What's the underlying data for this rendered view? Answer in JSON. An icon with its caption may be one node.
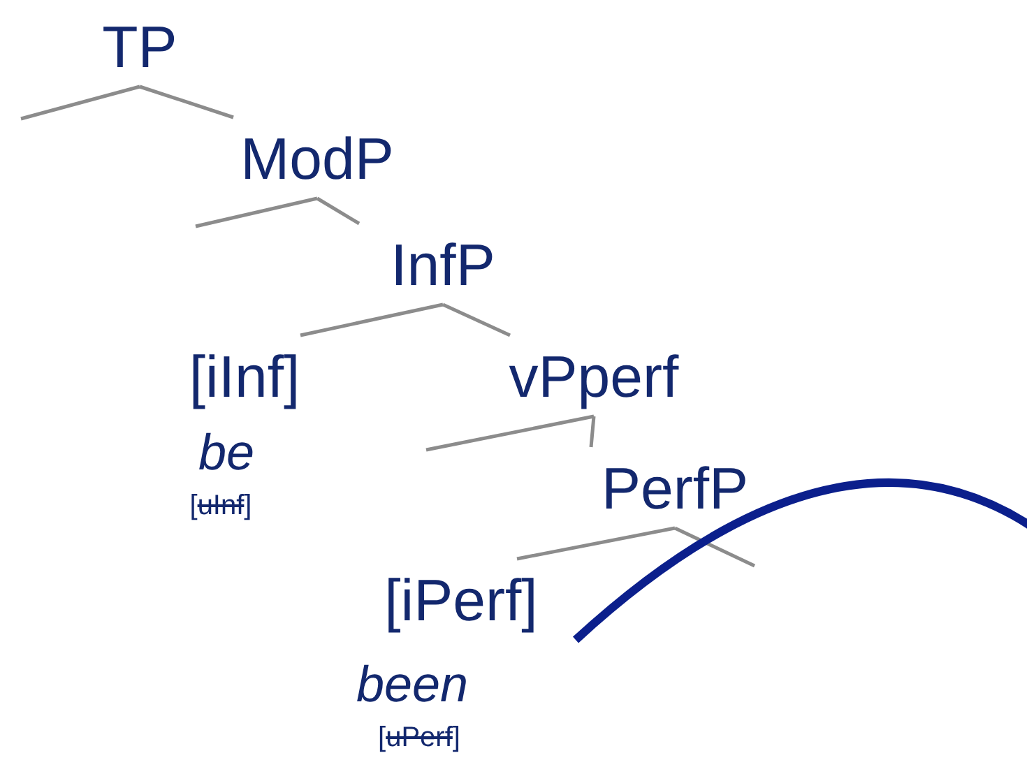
{
  "diagram": {
    "nodes": [
      {
        "text": [
          "TP"
        ]
      },
      {
        "text": [
          "ModP"
        ]
      },
      {
        "text": [
          "InfP"
        ]
      },
      {
        "text": [
          "[iInf]"
        ]
      },
      {
        "text": [
          "vPperf"
        ]
      },
      {
        "text": [
          "PerfP"
        ]
      },
      {
        "text": [
          "[iPerf]"
        ]
      }
    ],
    "edges": [
      {
        "from": 0,
        "to": null,
        "arrow": "none"
      },
      {
        "from": 0,
        "to": 1,
        "arrow": "none"
      },
      {
        "from": 1,
        "to": null,
        "arrow": "none"
      },
      {
        "from": 1,
        "to": 2,
        "arrow": "none"
      },
      {
        "from": 2,
        "to": 3,
        "arrow": "none"
      },
      {
        "from": 2,
        "to": 4,
        "arrow": "none"
      },
      {
        "from": 4,
        "to": null,
        "arrow": "none"
      },
      {
        "from": 4,
        "to": 5,
        "arrow": "none"
      },
      {
        "from": 5,
        "to": 6,
        "arrow": "none"
      },
      {
        "from": 5,
        "to": null,
        "arrow": "none"
      }
    ],
    "labels": [
      "be",
      "[uInf]",
      "been",
      "[uPerf]"
    ]
  }
}
